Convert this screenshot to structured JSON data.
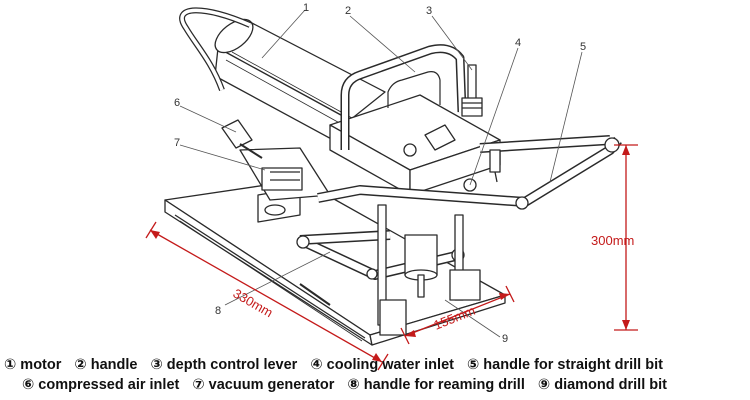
{
  "callouts": [
    "1",
    "2",
    "3",
    "4",
    "5",
    "6",
    "7",
    "8",
    "9"
  ],
  "dimensions": {
    "length": "330mm",
    "height": "300mm",
    "width": "155mm"
  },
  "legend": {
    "row1": [
      "① motor",
      "② handle",
      "③ depth control lever",
      "④ cooling water inlet",
      "⑤ handle for straight drill bit"
    ],
    "row2": [
      "⑥ compressed air inlet",
      "⑦ vacuum generator",
      "⑧ handle for reaming drill",
      "⑨ diamond drill bit"
    ]
  },
  "colors": {
    "line_art": "#2a2a2a",
    "dimension": "#c41a1a",
    "leader": "#555555"
  }
}
